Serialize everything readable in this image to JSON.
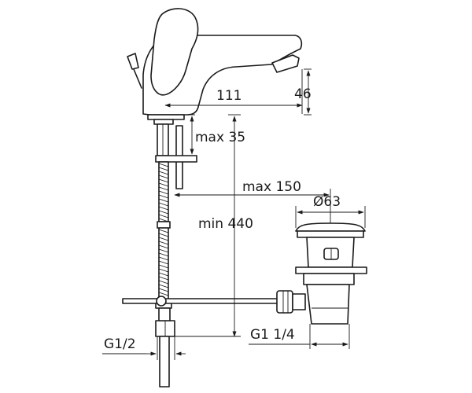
{
  "dimensions": {
    "spout_reach": "111",
    "spout_height": "46",
    "deck_thickness": "max 35",
    "waste_offset": "max 150",
    "waste_diameter": "Ø63",
    "hose_length": "min 440",
    "supply_thread": "G1/2",
    "waste_thread": "G1 1/4"
  }
}
